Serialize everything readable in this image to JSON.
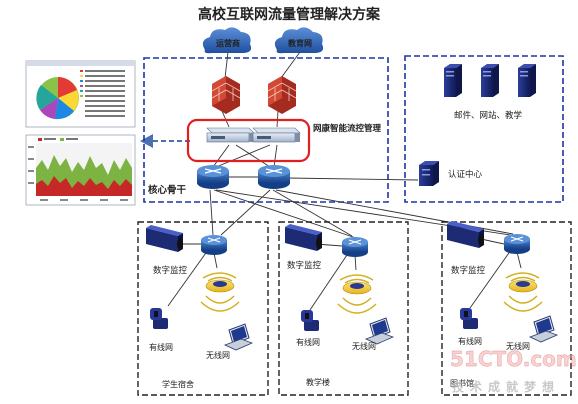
{
  "title": "高校互联网流量管理解决方案",
  "clouds": {
    "isp": "运营商",
    "edu": "教育网"
  },
  "core": {
    "policy_box_label": "网康智能流控管理",
    "backbone_label": "核心骨干"
  },
  "servers": {
    "caption": "邮件、网站、教学",
    "auth_label": "认证中心"
  },
  "zones": [
    {
      "name": "学生宿舍",
      "camera_label": "数字监控",
      "wired_label": "有线网",
      "wireless_label": "无线网"
    },
    {
      "name": "教学楼",
      "camera_label": "数字监控",
      "wired_label": "有线网",
      "wireless_label": "无线网"
    },
    {
      "name": "图书馆",
      "camera_label": "数字监控",
      "wired_label": "有线网",
      "wireless_label": "无线网"
    }
  ],
  "watermark": {
    "brand": "51CTO.com",
    "slogan": "技术成就梦想"
  },
  "colors": {
    "dashed_blue": "#1f33a8",
    "dashed_black": "#222222",
    "policy_red": "#e02020",
    "cloud_blue": "#2c63b7",
    "device_blue": "#1e5aa8",
    "server_navy": "#1d2a74",
    "firewall_red": "#c23a2a"
  }
}
